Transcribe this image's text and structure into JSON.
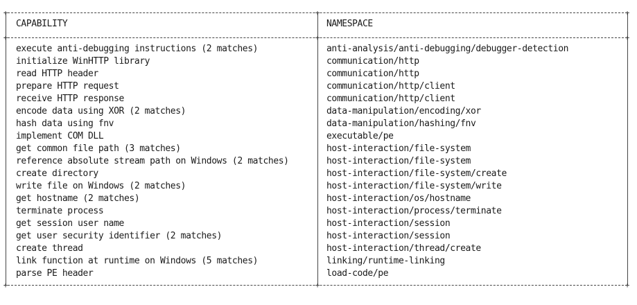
{
  "table": {
    "headers": [
      "CAPABILITY",
      "NAMESPACE"
    ],
    "rows": [
      {
        "capability": "execute anti-debugging instructions (2 matches)",
        "namespace": "anti-analysis/anti-debugging/debugger-detection"
      },
      {
        "capability": "initialize WinHTTP library",
        "namespace": "communication/http"
      },
      {
        "capability": "read HTTP header",
        "namespace": "communication/http"
      },
      {
        "capability": "prepare HTTP request",
        "namespace": "communication/http/client"
      },
      {
        "capability": "receive HTTP response",
        "namespace": "communication/http/client"
      },
      {
        "capability": "encode data using XOR (2 matches)",
        "namespace": "data-manipulation/encoding/xor"
      },
      {
        "capability": "hash data using fnv",
        "namespace": "data-manipulation/hashing/fnv"
      },
      {
        "capability": "implement COM DLL",
        "namespace": "executable/pe"
      },
      {
        "capability": "get common file path (3 matches)",
        "namespace": "host-interaction/file-system"
      },
      {
        "capability": "reference absolute stream path on Windows (2 matches)",
        "namespace": "host-interaction/file-system"
      },
      {
        "capability": "create directory",
        "namespace": "host-interaction/file-system/create"
      },
      {
        "capability": "write file on Windows (2 matches)",
        "namespace": "host-interaction/file-system/write"
      },
      {
        "capability": "get hostname (2 matches)",
        "namespace": "host-interaction/os/hostname"
      },
      {
        "capability": "terminate process",
        "namespace": "host-interaction/process/terminate"
      },
      {
        "capability": "get session user name",
        "namespace": "host-interaction/session"
      },
      {
        "capability": "get user security identifier (2 matches)",
        "namespace": "host-interaction/session"
      },
      {
        "capability": "create thread",
        "namespace": "host-interaction/thread/create"
      },
      {
        "capability": "link function at runtime on Windows (5 matches)",
        "namespace": "linking/runtime-linking"
      },
      {
        "capability": "parse PE header",
        "namespace": "load-code/pe"
      }
    ]
  }
}
